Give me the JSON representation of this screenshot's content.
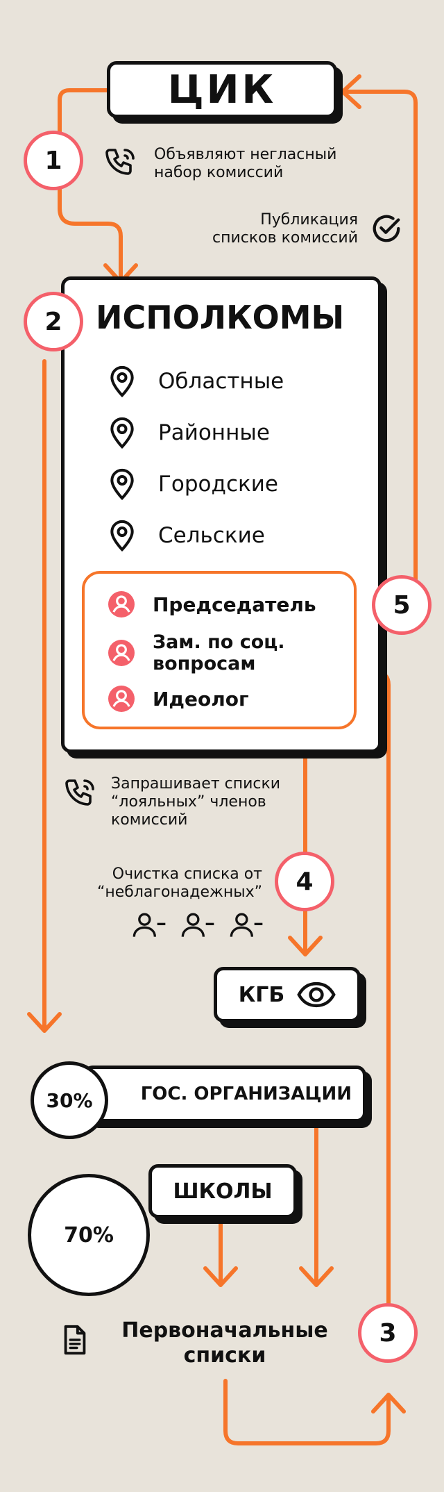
{
  "colors": {
    "background": "#e8e3da",
    "accent_orange": "#f6752a",
    "accent_red": "#f4606a",
    "ink": "#111111",
    "box": "#ffffff"
  },
  "cik": {
    "title": "ЦИК"
  },
  "steps": {
    "s1": {
      "number": "1",
      "text_line1": "Объявляют негласный",
      "text_line2": "набор комиссий",
      "icon": "phone-icon"
    },
    "publication": {
      "line1": "Публикация",
      "line2": "списков комиссий",
      "icon": "check-circle-icon"
    },
    "s2": {
      "number": "2"
    },
    "s3": {
      "number": "3"
    },
    "s4": {
      "number": "4"
    },
    "s5": {
      "number": "5"
    }
  },
  "ispolkomy": {
    "title": "ИСПОЛКОМЫ",
    "levels": [
      {
        "label": "Областные",
        "icon": "map-pin-icon"
      },
      {
        "label": "Районные",
        "icon": "map-pin-icon"
      },
      {
        "label": "Городские",
        "icon": "map-pin-icon"
      },
      {
        "label": "Сельские",
        "icon": "map-pin-icon"
      }
    ],
    "officials": [
      {
        "label": "Председатель",
        "icon": "user-icon"
      },
      {
        "label_line1": "Зам. по соц.",
        "label_line2": "вопросам",
        "icon": "user-icon"
      },
      {
        "label": "Идеолог",
        "icon": "user-icon"
      }
    ]
  },
  "request": {
    "line1": "Запрашивает списки",
    "line2": "“лояльных” членов",
    "line3": "комиссий",
    "icon": "phone-icon"
  },
  "cleaning": {
    "line1": "Очистка списка от",
    "line2": "“неблагонадежных”",
    "icon": "user-minus-icon"
  },
  "kgb": {
    "label": "КГБ",
    "icon": "eye-icon"
  },
  "gos": {
    "percent": "30%",
    "label": "ГОС. ОРГАНИЗАЦИИ"
  },
  "schools": {
    "percent": "70%",
    "label": "ШКОЛЫ"
  },
  "initial_lists": {
    "line1": "Первоначальные",
    "line2": "списки",
    "icon": "document-icon"
  }
}
